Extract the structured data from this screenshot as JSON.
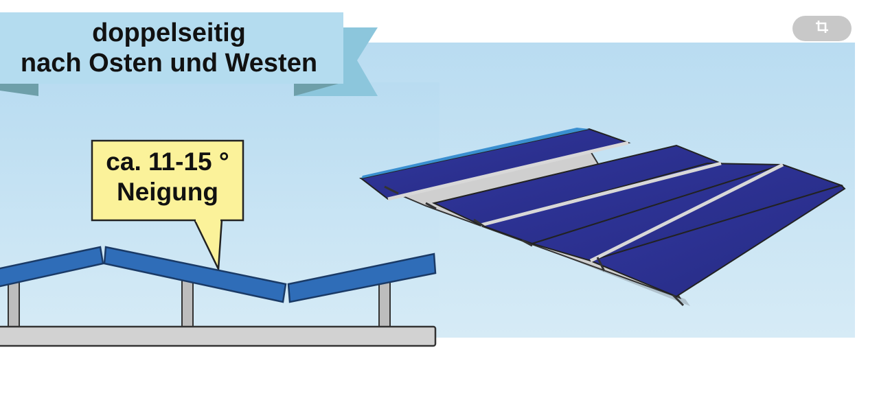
{
  "banner": {
    "line1": "doppelseitig",
    "line2": "nach Osten und Westen"
  },
  "callout": {
    "line1": "ca. 11-15 °",
    "line2": "Neigung"
  },
  "toolbar": {
    "crop_icon": "crop-icon"
  },
  "colors": {
    "sky": "#c9e3f3",
    "banner": "#b4dcef",
    "banner_dark": "#7fb5cc",
    "callout": "#fbf29a",
    "panel_blue": "#2f6db8",
    "solar_cell": "#2b2f8f",
    "frame_grey": "#cfcfcf"
  }
}
